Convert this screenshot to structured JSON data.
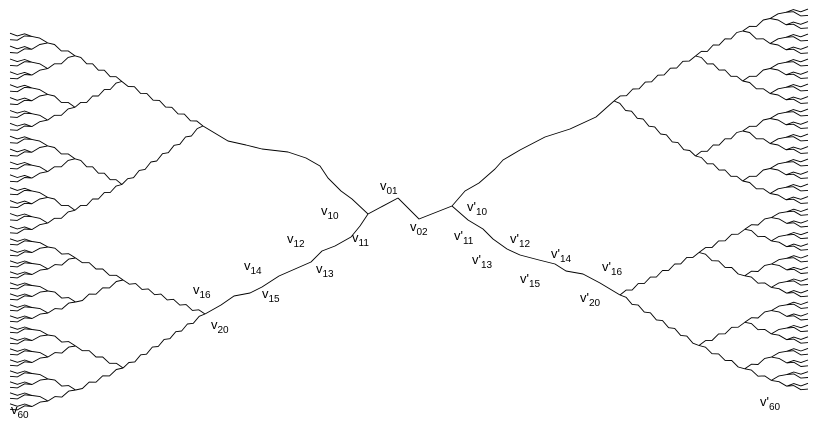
{
  "labels": {
    "v01": {
      "base": "v",
      "sub": "01"
    },
    "v02": {
      "base": "v",
      "sub": "02"
    },
    "v10": {
      "base": "v",
      "sub": "10"
    },
    "v11": {
      "base": "v",
      "sub": "11"
    },
    "v12": {
      "base": "v",
      "sub": "12"
    },
    "v13": {
      "base": "v",
      "sub": "13"
    },
    "v14": {
      "base": "v",
      "sub": "14"
    },
    "v15": {
      "base": "v",
      "sub": "15"
    },
    "v16": {
      "base": "v",
      "sub": "16"
    },
    "v20": {
      "base": "v",
      "sub": "20"
    },
    "v60": {
      "base": "v",
      "sub": "60"
    },
    "vp10": {
      "base": "v'",
      "sub": "10"
    },
    "vp11": {
      "base": "v'",
      "sub": "11"
    },
    "vp12": {
      "base": "v'",
      "sub": "12"
    },
    "vp13": {
      "base": "v'",
      "sub": "13"
    },
    "vp14": {
      "base": "v'",
      "sub": "14"
    },
    "vp15": {
      "base": "v'",
      "sub": "15"
    },
    "vp16": {
      "base": "v'",
      "sub": "16"
    },
    "vp20": {
      "base": "v'",
      "sub": "20"
    },
    "vp60": {
      "base": "v'",
      "sub": "60"
    }
  },
  "colors": {
    "line": "#000000",
    "background": "#ffffff"
  }
}
